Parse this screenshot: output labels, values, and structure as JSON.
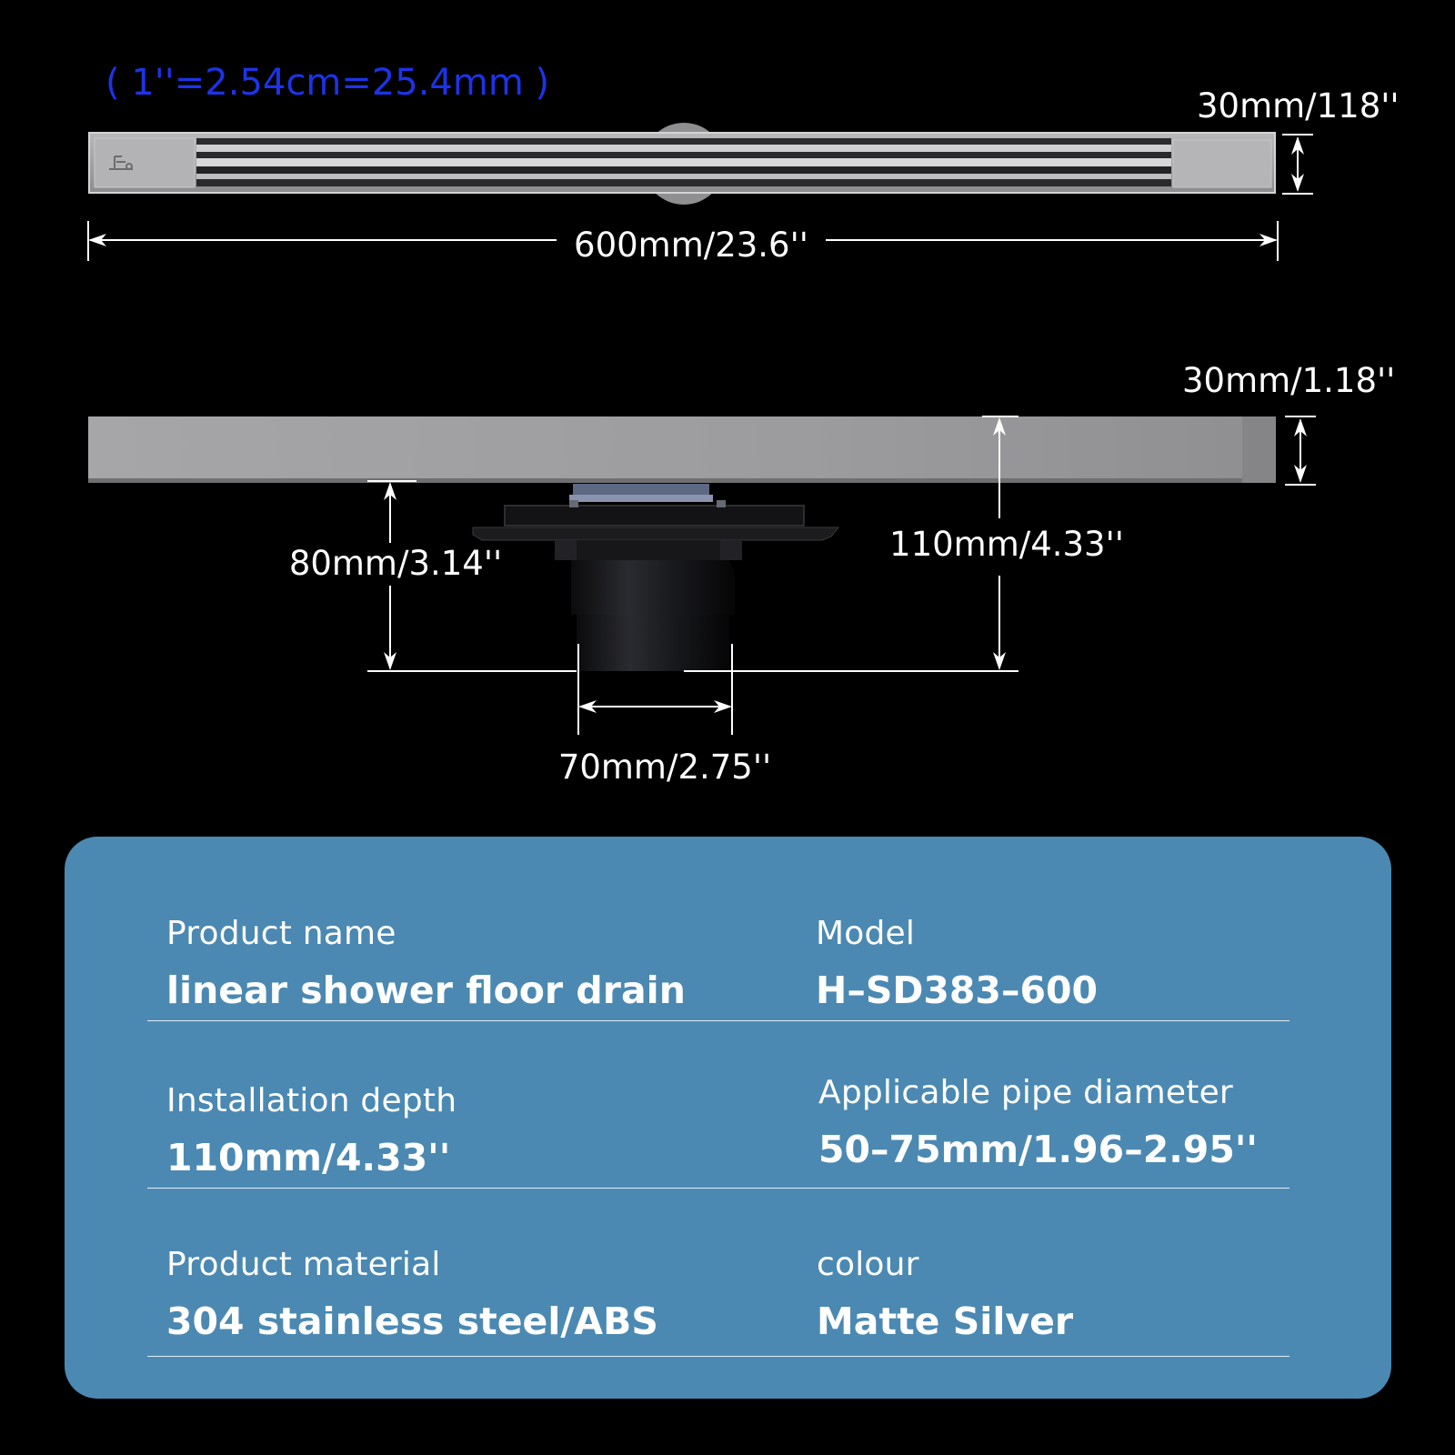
{
  "diagram": {
    "conversion_note": "( 1''=2.54cm=25.4mm )",
    "top_view_height_label": "30mm/118''",
    "length_label": "600mm/23.6''",
    "side_view_height_label": "30mm/1.18''",
    "body_depth_label": "80mm/3.14''",
    "total_depth_label": "110mm/4.33''",
    "outlet_width_label": "70mm/2.75''",
    "colors": {
      "note": "#1d33e8",
      "panel": "#4b89b2",
      "steel": "#9b9b9d",
      "background": "#000000"
    }
  },
  "specs": [
    {
      "label": "Product name",
      "value": "linear shower floor drain"
    },
    {
      "label": "Model",
      "value": "H–SD383–600"
    },
    {
      "label": "Installation depth",
      "value": "110mm/4.33''"
    },
    {
      "label": "Applicable pipe diameter",
      "value": "50–75mm/1.96–2.95''"
    },
    {
      "label": "Product material",
      "value": "304 stainless steel/ABS"
    },
    {
      "label": "colour",
      "value": "Matte Silver"
    }
  ]
}
